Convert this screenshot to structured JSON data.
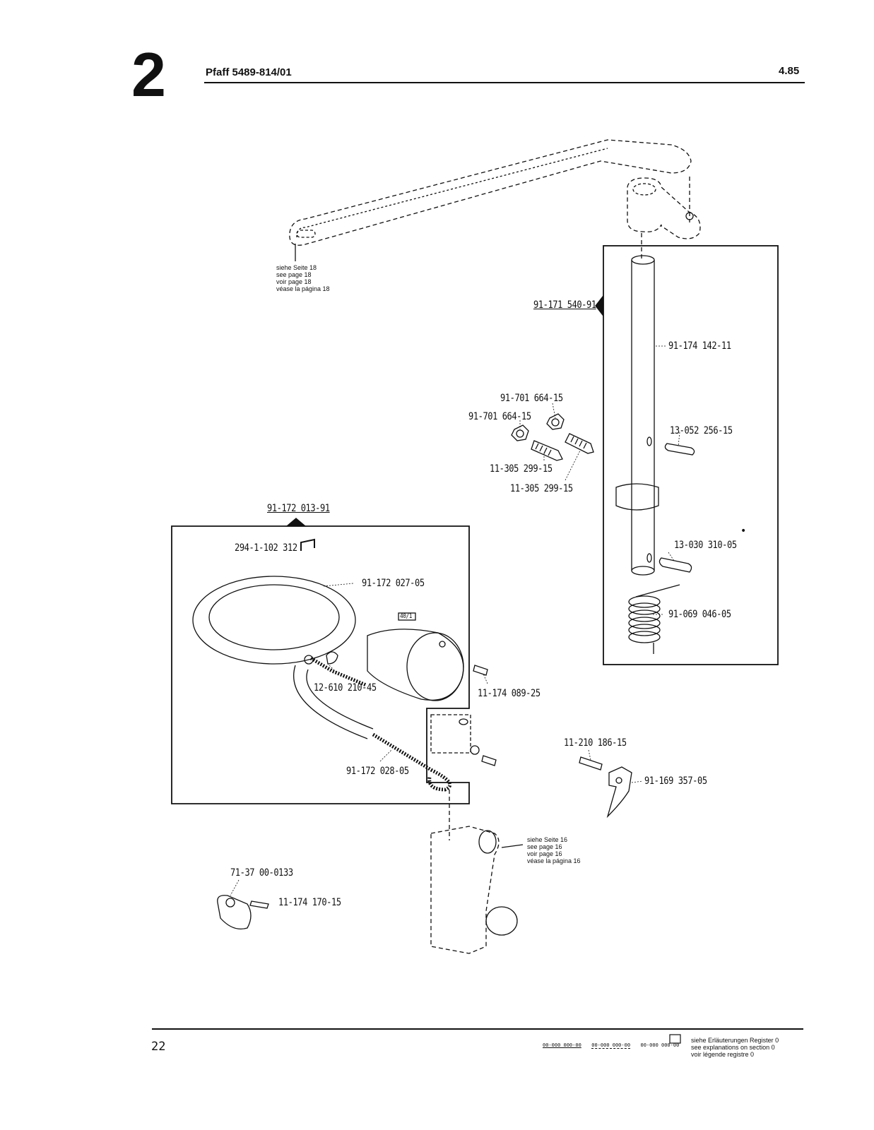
{
  "header": {
    "section_number": "2",
    "model": "Pfaff 5489-814/01",
    "date": "4.85"
  },
  "parts": {
    "assembly_top": "91-171 540-91",
    "shaft": "91-174 142-11",
    "nut_a": "91-701 664-15",
    "nut_b": "91-701 664-15",
    "pin_a": "13-052 256-15",
    "screw_a": "11-305 299-15",
    "screw_b": "11-305 299-15",
    "assembly_left": "91-172 013-91",
    "bracket_small": "294-1-102 312",
    "pin_b": "13-030 310-05",
    "ring": "91-172 027-05",
    "lamp_ref": "40/1",
    "spring": "91-069 046-05",
    "clip": "12-610 210-45",
    "screw_c": "11-174 089-25",
    "screw_d": "11-210 186-15",
    "cable": "91-172 028-05",
    "holder": "91-169 357-05",
    "clamp": "71-37 00-0133",
    "screw_e": "11-174 170-15"
  },
  "notes": {
    "page18": [
      "siehe Seite 18",
      "see page 18",
      "voir page 18",
      "véase la página 18"
    ],
    "page16": [
      "siehe Seite 16",
      "see page 16",
      "voir page 16",
      "véase la página 16"
    ]
  },
  "footer": {
    "page_number": "22",
    "codes": [
      "00-000 000-00",
      "00-000 000-00",
      "00-000 000-00"
    ],
    "legend": [
      "siehe Erläuterungen Register 0",
      "see explanations on section 0",
      "voir légende registre 0"
    ]
  }
}
